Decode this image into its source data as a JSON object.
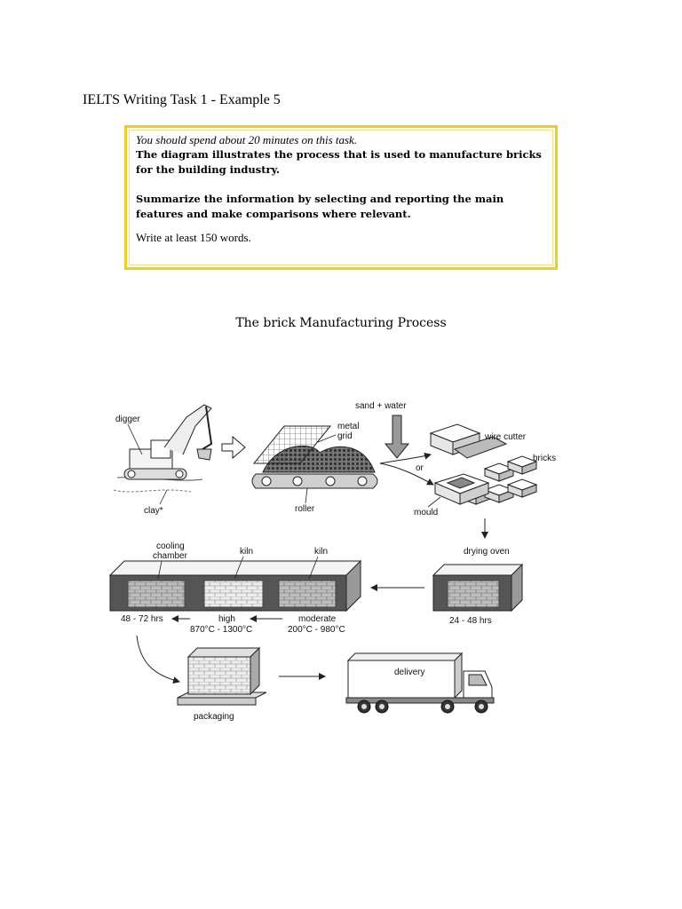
{
  "document": {
    "title": "IELTS Writing Task 1 - Example 5",
    "task": {
      "time_instruction": "You should spend about 20 minutes on this task.",
      "prompt_line1": "The diagram illustrates the process that is used to manufacture bricks",
      "prompt_line2": "for the building industry.",
      "summary_line1": "Summarize the information by selecting and reporting the main",
      "summary_line2": "features and make comparisons where relevant.",
      "word_count": "Write at least 150 words."
    },
    "diagram_title": "The brick Manufacturing Process"
  },
  "diagram": {
    "labels": {
      "digger": "digger",
      "clay": "clay*",
      "metal": "metal",
      "grid": "grid",
      "roller": "roller",
      "sand_water": "sand + water",
      "wire_cutter": "wire cutter",
      "or": "or",
      "bricks": "bricks",
      "mould": "mould",
      "drying_oven": "drying oven",
      "drying_time": "24 - 48 hrs",
      "cooling": "cooling",
      "chamber": "chamber",
      "kiln_high": "kiln",
      "kiln_moderate": "kiln",
      "cooling_time": "48 - 72 hrs",
      "high": "high",
      "high_temp": "870°C - 1300°C",
      "moderate": "moderate",
      "moderate_temp": "200°C - 980°C",
      "packaging": "packaging",
      "delivery": "delivery"
    }
  }
}
